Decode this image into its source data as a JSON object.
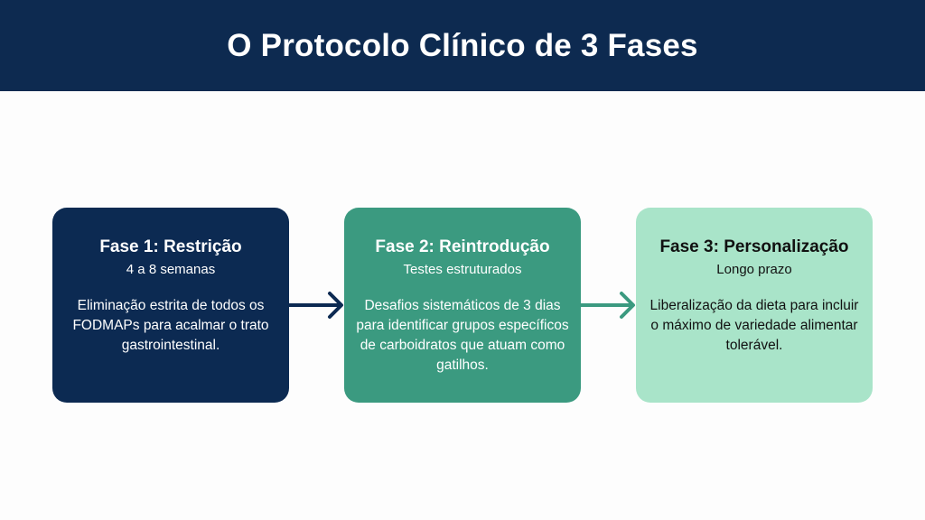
{
  "header": {
    "title": "O Protocolo Clínico de 3 Fases"
  },
  "phases": [
    {
      "title": "Fase 1: Restrição",
      "subtitle": "4 a 8 semanas",
      "description": "Eliminação estrita de todos os FODMAPs para acalmar o trato gastrointestinal.",
      "color": "#0c2a52"
    },
    {
      "title": "Fase 2: Reintrodução",
      "subtitle": "Testes estruturados",
      "description": "Desafios sistemáticos de 3 dias para identificar grupos específicos de carboidratos que atuam como gatilhos.",
      "color": "#3b9a80"
    },
    {
      "title": "Fase 3: Personalização",
      "subtitle": "Longo prazo",
      "description": "Liberalização da dieta para incluir o máximo de variedade alimentar tolerável.",
      "color": "#a9e4c9"
    }
  ]
}
